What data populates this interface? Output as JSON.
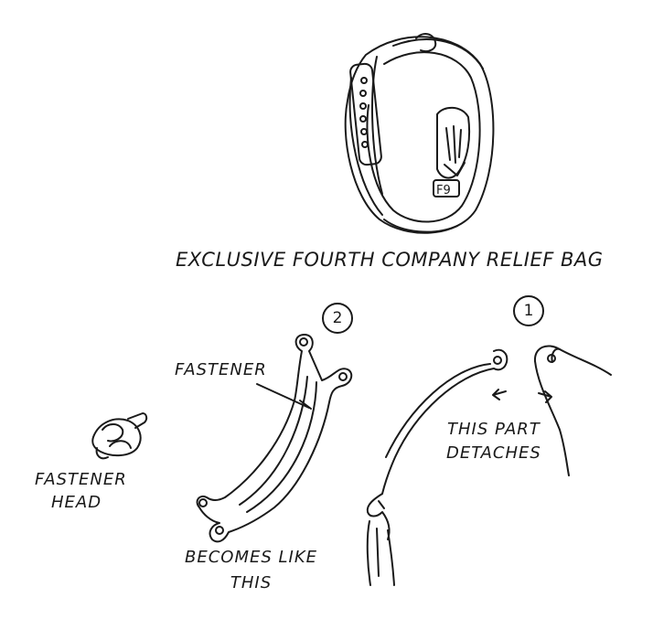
{
  "title": "EXCLUSIVE FOURTH COMPANY RELIEF BAG",
  "steps": {
    "step1": "1",
    "step2": "2"
  },
  "labels": {
    "fastener": "FASTENER",
    "fastener_head_line1": "FASTENER",
    "fastener_head_line2": "HEAD",
    "detaches_line1": "THIS PART",
    "detaches_line2": "DETACHES",
    "becomes_line1": "BECOMES LIKE",
    "becomes_line2": "THIS"
  },
  "emblem_text": "F9",
  "colors": {
    "ink": "#1a1a1a",
    "paper": "#ffffff"
  }
}
